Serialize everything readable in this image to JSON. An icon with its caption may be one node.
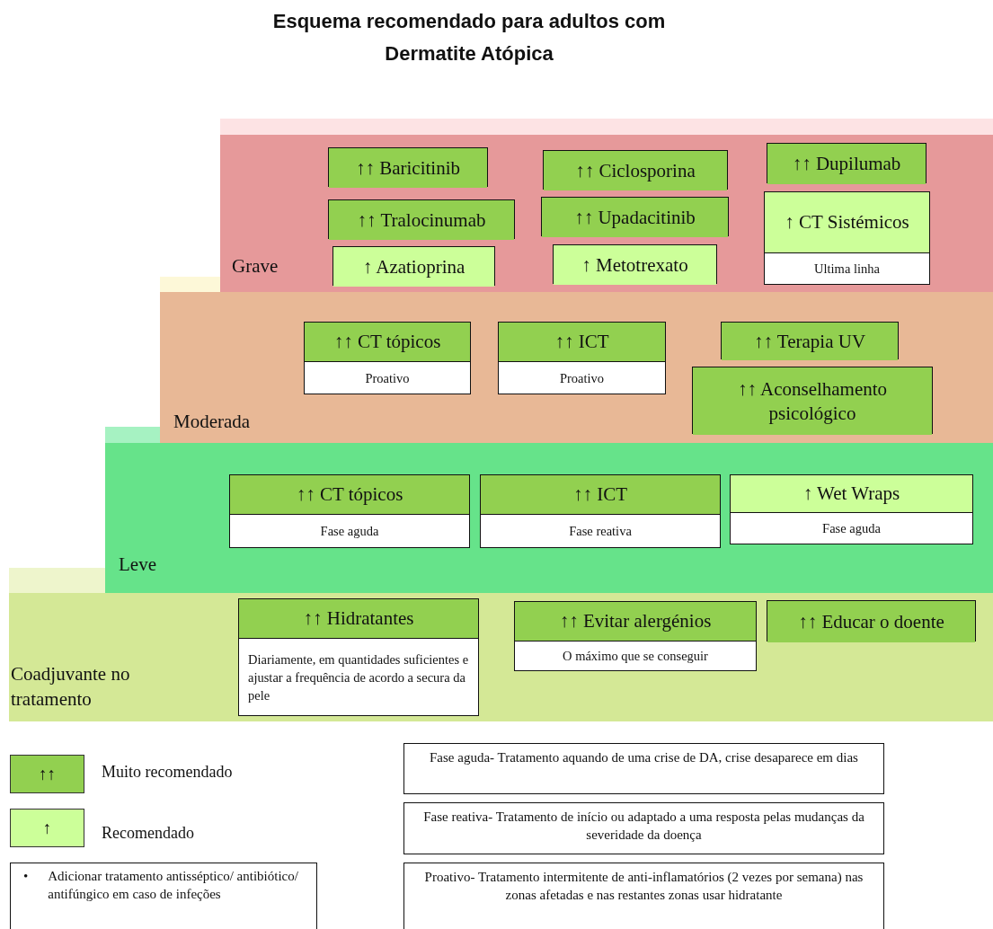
{
  "diagram": {
    "title": "Esquema recomendado para adultos com Dermatite Atópica",
    "nodes": [
      {
        "text": [
          "Grave"
        ]
      },
      {
        "text": [
          "↑↑ Baricitinib"
        ],
        "in": 0
      },
      {
        "text": [
          "↑↑ Ciclosporina"
        ],
        "in": 0
      },
      {
        "text": [
          "↑↑ Dupilumab"
        ],
        "in": 0
      },
      {
        "text": [
          "↑↑ Tralocinumab"
        ],
        "in": 0
      },
      {
        "text": [
          "↑↑ Upadacitinib"
        ],
        "in": 0
      },
      {
        "text": [
          "↑ CT Sistémicos",
          "Ultima linha"
        ],
        "in": 0
      },
      {
        "text": [
          "↑ Azatioprina"
        ],
        "in": 0
      },
      {
        "text": [
          "↑ Metotrexato"
        ],
        "in": 0
      },
      {
        "text": [
          "Moderada"
        ]
      },
      {
        "text": [
          "↑↑ CT tópicos",
          "Proativo"
        ],
        "in": 9
      },
      {
        "text": [
          "↑↑ ICT",
          "Proativo"
        ],
        "in": 9
      },
      {
        "text": [
          "↑↑ Terapia UV"
        ],
        "in": 9
      },
      {
        "text": [
          "↑↑ Aconselhamento psicológico"
        ],
        "in": 9
      },
      {
        "text": [
          "Leve"
        ]
      },
      {
        "text": [
          "↑↑ CT tópicos",
          "Fase aguda"
        ],
        "in": 14
      },
      {
        "text": [
          "↑↑ ICT",
          "Fase reativa"
        ],
        "in": 14
      },
      {
        "text": [
          "↑ Wet Wraps",
          "Fase aguda"
        ],
        "in": 14
      },
      {
        "text": [
          "Coadjuvante no tratamento"
        ]
      },
      {
        "text": [
          "↑↑ Hidratantes",
          "Diariamente, em quantidades suficientes e ajustar a frequência de acordo a secura da pele"
        ],
        "in": 18
      },
      {
        "text": [
          "↑↑ Evitar alergénios",
          "O máximo que se conseguir"
        ],
        "in": 18
      },
      {
        "text": [
          "↑↑ Educar o doente"
        ],
        "in": 18
      }
    ],
    "labels": [
      "↑↑",
      "↑",
      "•",
      "Adicionar tratamento antisséptico/ antibiótico/ antifúngico em caso de infeções",
      "Fase aguda- Tratamento aquando de uma crise de DA, crise desaparece em dias",
      "Fase reativa- Tratamento de início ou adaptado a uma resposta pelas mudanças da severidade da doença",
      "Proativo- Tratamento intermitente  de anti-inflamatórios (2 vezes por semana) nas zonas afetadas e nas restantes zonas usar hidratante"
    ],
    "legend": [
      {
        "text": "Muito recomendado",
        "color": "#92d050"
      },
      {
        "text": "Recomendado",
        "color": "#ccff99"
      }
    ]
  }
}
